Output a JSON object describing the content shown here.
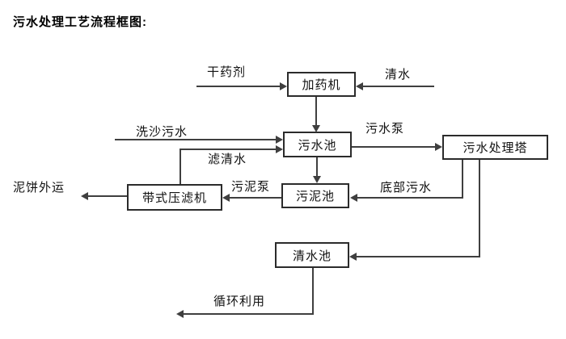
{
  "title": "污水处理工艺流程框图:",
  "diagram": {
    "type": "flowchart",
    "nodes": {
      "dosing_machine": "加药机",
      "sewage_pool": "污水池",
      "treatment_tower": "污水处理塔",
      "belt_filter_press": "带式压滤机",
      "sludge_pool": "污泥池",
      "clean_water_pool": "清水池"
    },
    "flow_labels": {
      "dry_agent": "干药剂",
      "clean_water": "清水",
      "sand_washing_sewage": "洗沙污水",
      "sewage_pump": "污水泵",
      "filtered_water": "滤清水",
      "sludge_pump": "污泥泵",
      "mud_cake_out": "泥饼外运",
      "bottom_sewage": "底部污水",
      "recycle_use": "循环利用"
    },
    "edges": [
      {
        "from": "干药剂",
        "to": "加药机"
      },
      {
        "from": "清水",
        "to": "加药机"
      },
      {
        "from": "加药机",
        "to": "污水池"
      },
      {
        "from": "洗沙污水",
        "to": "污水池"
      },
      {
        "from": "带式压滤机",
        "to": "污水池",
        "label": "滤清水"
      },
      {
        "from": "污水池",
        "to": "污水处理塔",
        "label": "污水泵"
      },
      {
        "from": "污水池",
        "to": "污泥池"
      },
      {
        "from": "污泥池",
        "to": "带式压滤机",
        "label": "污泥泵"
      },
      {
        "from": "带式压滤机",
        "to": "泥饼外运"
      },
      {
        "from": "污水处理塔",
        "to": "污泥池",
        "label": "底部污水"
      },
      {
        "from": "污水处理塔",
        "to": "清水池"
      },
      {
        "from": "清水池",
        "to": "循环利用"
      }
    ],
    "colors": {
      "line": "#3f3f3f",
      "box_border": "#2b2b2b",
      "text": "#111111",
      "background": "#ffffff"
    }
  }
}
